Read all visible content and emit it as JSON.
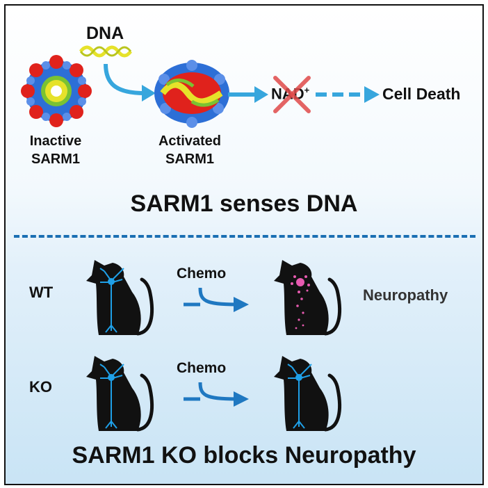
{
  "top": {
    "dna_label": "DNA",
    "inactive_label_1": "Inactive",
    "inactive_label_2": "SARM1",
    "activated_label_1": "Activated",
    "activated_label_2": "SARM1",
    "nad_label": "NAD",
    "nad_superscript": "+",
    "cell_death_label": "Cell Death",
    "title": "SARM1 senses DNA"
  },
  "bottom": {
    "wt_label": "WT",
    "ko_label": "KO",
    "chemo_label_1": "Chemo",
    "chemo_label_2": "Chemo",
    "neuropathy_label": "Neuropathy",
    "title": "SARM1 KO blocks Neuropathy"
  },
  "colors": {
    "arrow_blue": "#37a6dd",
    "dark_arrow_blue": "#1f78c1",
    "neuron_blue": "#1fa0e8",
    "x_red": "#e04a4a",
    "protein_red": "#e0221c",
    "protein_blue": "#2d6fd6",
    "protein_green": "#7ac232",
    "protein_yellow": "#e6e22a",
    "damaged_neuron_pink": "#e75bb0",
    "divider_blue": "#1b6fb3"
  }
}
